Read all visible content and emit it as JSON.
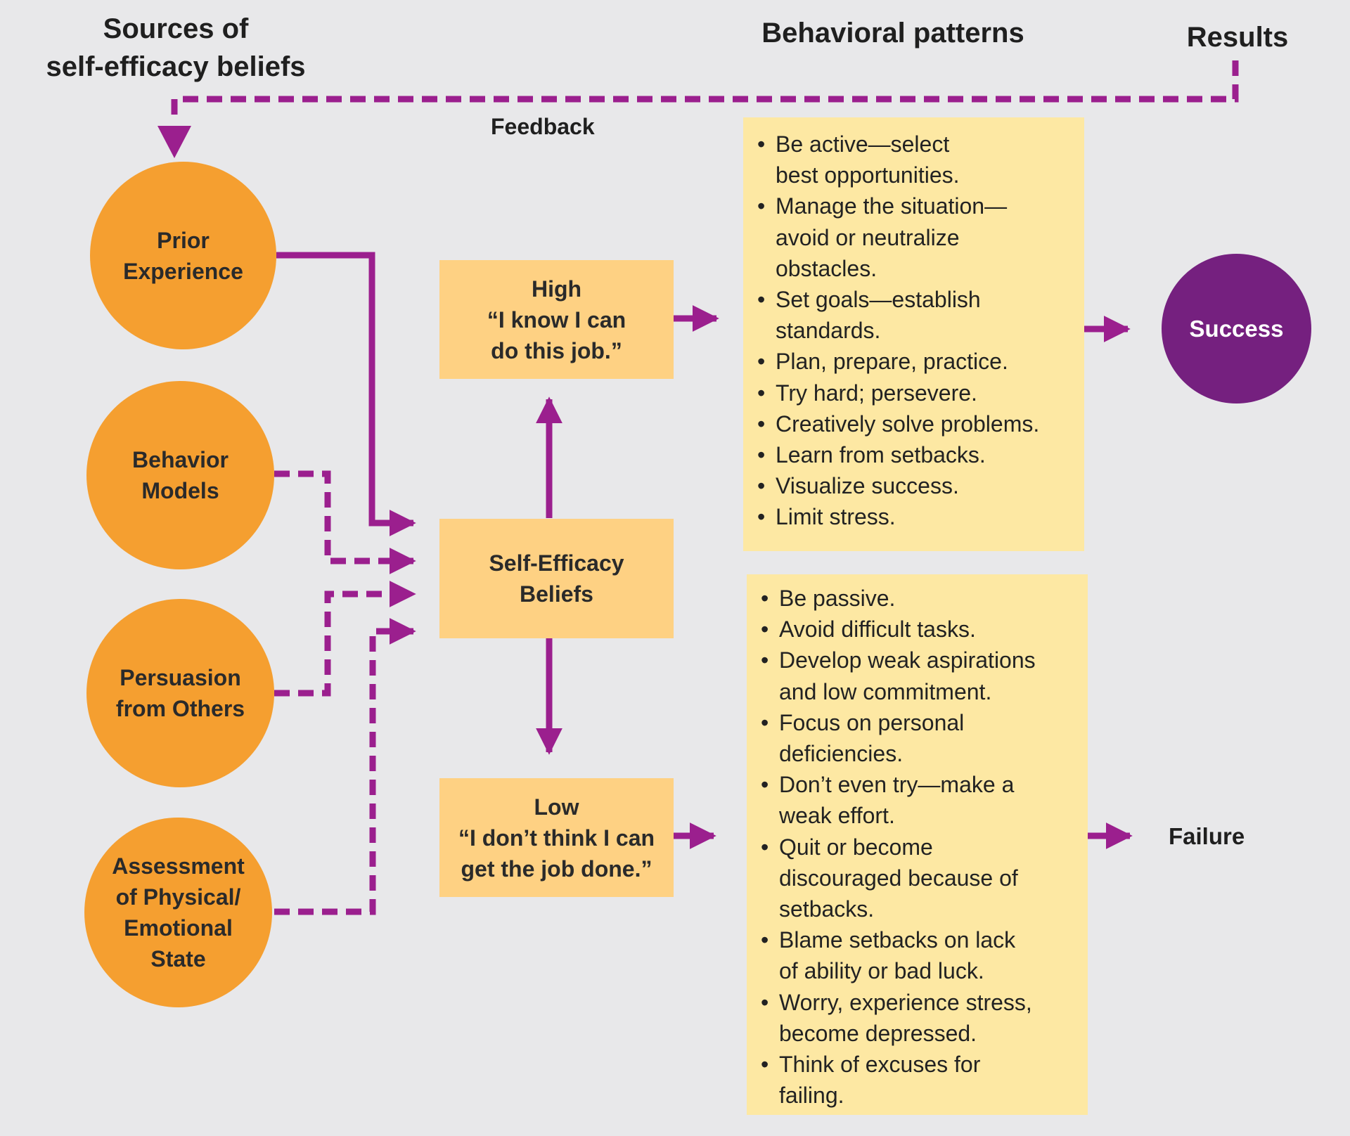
{
  "headers": {
    "sources": "Sources of\nself-efficacy beliefs",
    "behavioral": "Behavioral patterns",
    "results": "Results"
  },
  "feedback_label": "Feedback",
  "sources": [
    "Prior\nExperience",
    "Behavior\nModels",
    "Persuasion\nfrom Others",
    "Assessment\nof Physical/\nEmotional\nState"
  ],
  "center": "Self-Efficacy\nBeliefs",
  "high": "High\n“I know I can\ndo this job.”",
  "low": "Low\n“I don’t think I can\nget the job done.”",
  "high_patterns": [
    "Be active—select\nbest opportunities.",
    "Manage the situation—\navoid or neutralize\nobstacles.",
    "Set goals—establish\nstandards.",
    "Plan, prepare, practice.",
    "Try hard; persevere.",
    "Creatively solve problems.",
    "Learn from setbacks.",
    "Visualize success.",
    "Limit stress."
  ],
  "low_patterns": [
    "Be passive.",
    "Avoid difficult tasks.",
    "Develop weak aspirations\nand low commitment.",
    "Focus on personal\ndeficiencies.",
    "Don’t even try—make a\nweak effort.",
    "Quit or become\ndiscouraged because of\nsetbacks.",
    "Blame setbacks on lack\nof ability or bad luck.",
    "Worry, experience stress,\nbecome depressed.",
    "Think of excuses for\nfailing."
  ],
  "success": "Success",
  "failure": "Failure",
  "colors": {
    "arrow": "#9b1f8e",
    "source_circle": "#f59f30",
    "belief_box": "#fed183",
    "pattern_panel": "#fde8a3",
    "success_circle": "#75207f",
    "background": "#e8e8ea"
  }
}
